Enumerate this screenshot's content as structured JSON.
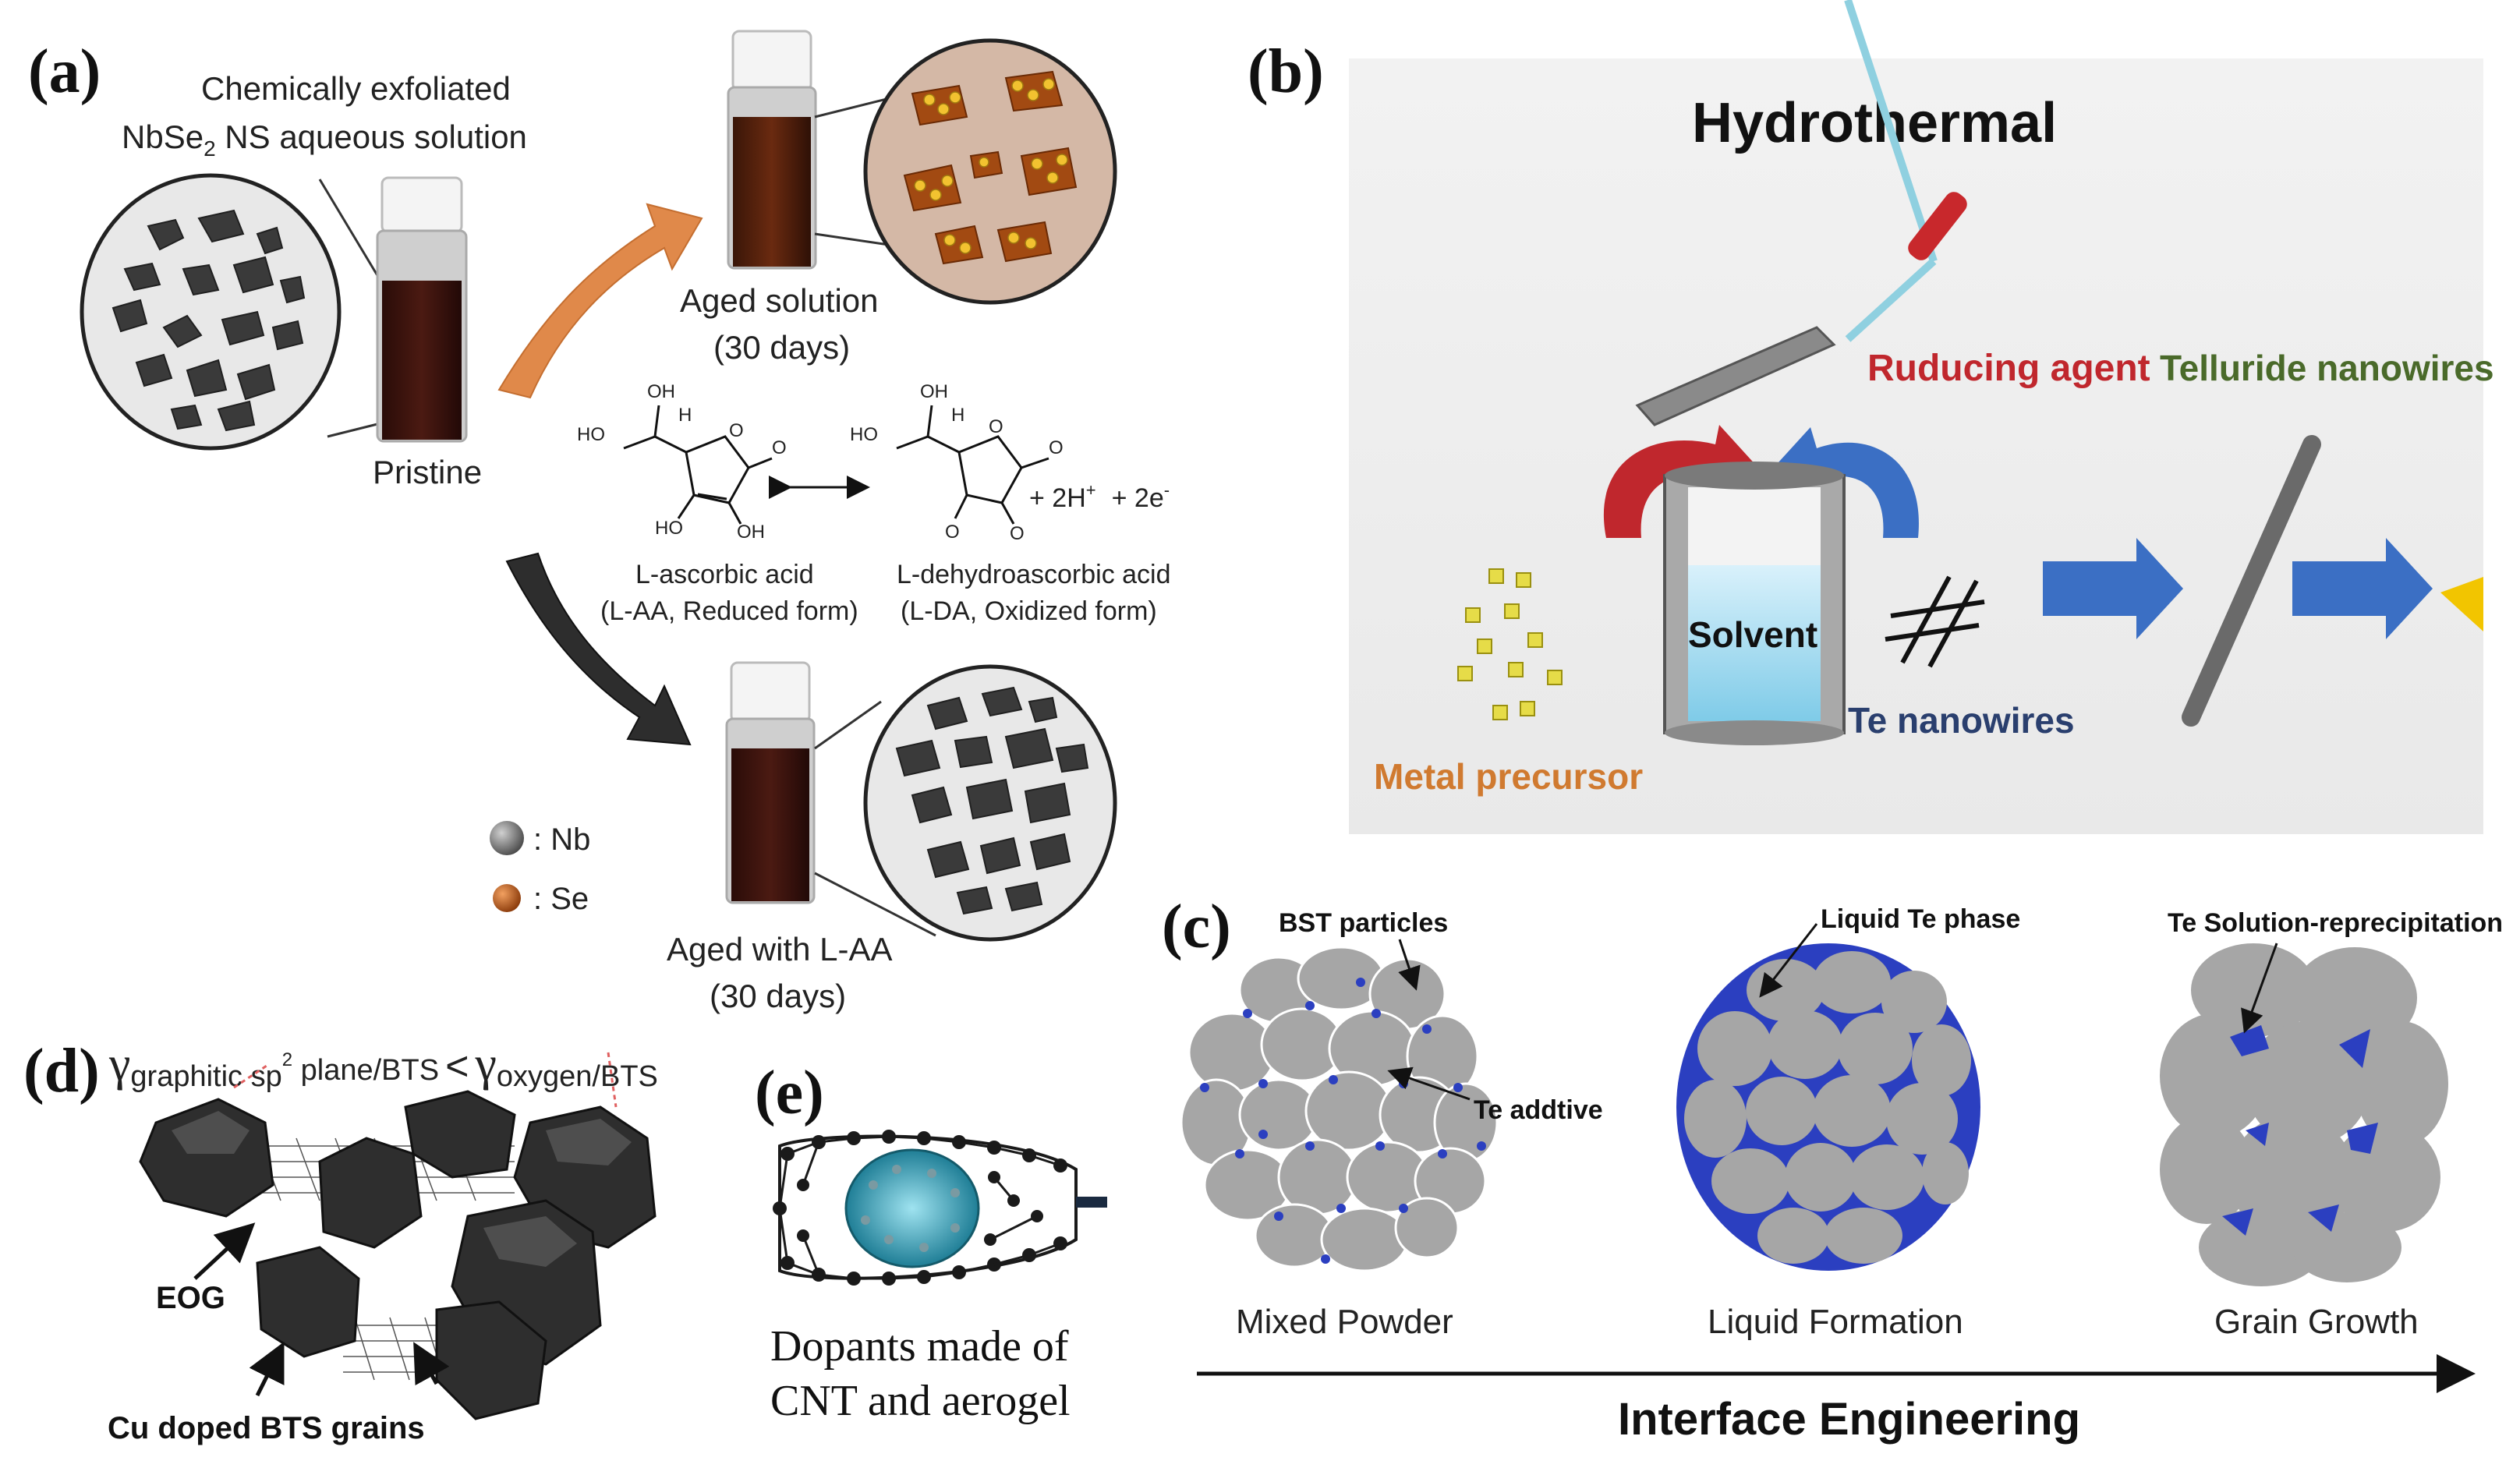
{
  "panel_a": {
    "label": "(a)",
    "header_line1": "Chemically exfoliated",
    "header_line2_prefix": "NbSe",
    "header_line2_sub": "2",
    "header_line2_suffix": " NS aqueous solution",
    "pristine": "Pristine",
    "aged_line1": "Aged solution",
    "aged_line2": "(30 days)",
    "aged_laa_line1": "Aged with L-AA",
    "aged_laa_line2": "(30 days)",
    "laa_name": "L-ascorbic acid",
    "laa_form": "(L-AA, Reduced form)",
    "lda_name": "L-dehydroascorbic acid",
    "lda_form": "(L-DA, Oxidized form)",
    "reaction_products": "+ 2H",
    "reaction_h_sup": "+",
    "reaction_e": "+  2e",
    "reaction_e_sup": "-",
    "atom_oh": "OH",
    "atom_ho": "HO",
    "atom_h": "H",
    "atom_o": "O",
    "legend_nb": ": Nb",
    "legend_se": ": Se",
    "colors": {
      "nb": "#6b6b6b",
      "se": "#c8661a",
      "arrow_up": "#d98a4a",
      "arrow_down": "#2b2b2b"
    }
  },
  "panel_b": {
    "label": "(b)",
    "title": "Hydrothermal",
    "reducing_agent": "Ruducing agent",
    "telluride": "Telluride nanowires",
    "solvent": "Solvent",
    "te_nanowires": "Te nanowires",
    "metal_precursor": "Metal precursor",
    "colors": {
      "reducing": "#c0272d",
      "telluride": "#4a6a2a",
      "te": "#2a3f6e",
      "metal": "#d07a30",
      "arrow": "#3b6fc4"
    }
  },
  "panel_c": {
    "label": "(c)",
    "bst_particles": "BST particles",
    "te_additive": "Te addtive",
    "liquid_te": "Liquid Te phase",
    "te_solution": "Te Solution-reprecipitation",
    "mixed_powder": "Mixed Powder",
    "liquid_formation": "Liquid Formation",
    "grain_growth": "Grain Growth",
    "axis_title": "Interface Engineering",
    "colors": {
      "grain": "#a6a6a6",
      "te": "#2b3fc0"
    }
  },
  "panel_d": {
    "label": "(d)",
    "gamma1_sub": "graphitic sp",
    "gamma1_sup": "2",
    "gamma1_tail": " plane/BTS",
    "relation": "<",
    "gamma2_sub": "oxygen/BTS",
    "eog": "EOG",
    "grains": "Cu doped BTS grains"
  },
  "panel_e": {
    "label": "(e)",
    "caption_line1": "Dopants made of",
    "caption_line2": "CNT and aerogel"
  }
}
